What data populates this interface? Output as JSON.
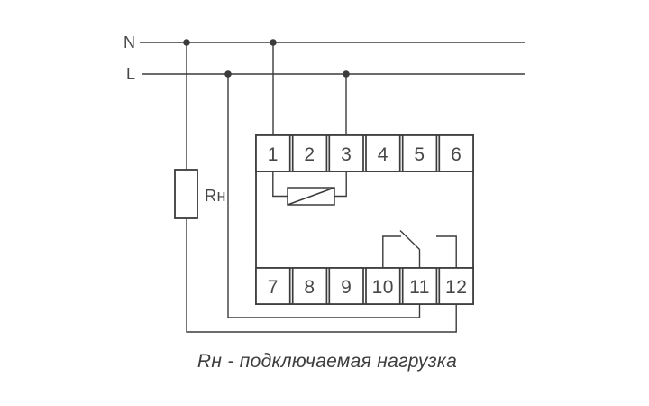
{
  "diagram": {
    "title": "relay-wiring-diagram",
    "power": {
      "n_label": "N",
      "l_label": "L"
    },
    "load_label": "Rн",
    "terminals_top": [
      "1",
      "2",
      "3",
      "4",
      "5",
      "6"
    ],
    "terminals_bottom": [
      "7",
      "8",
      "9",
      "10",
      "11",
      "12"
    ],
    "caption": "Rн - подключаемая нагрузка",
    "colors": {
      "line": "#3b3b3b",
      "text": "#474747",
      "background": "#ffffff"
    }
  }
}
